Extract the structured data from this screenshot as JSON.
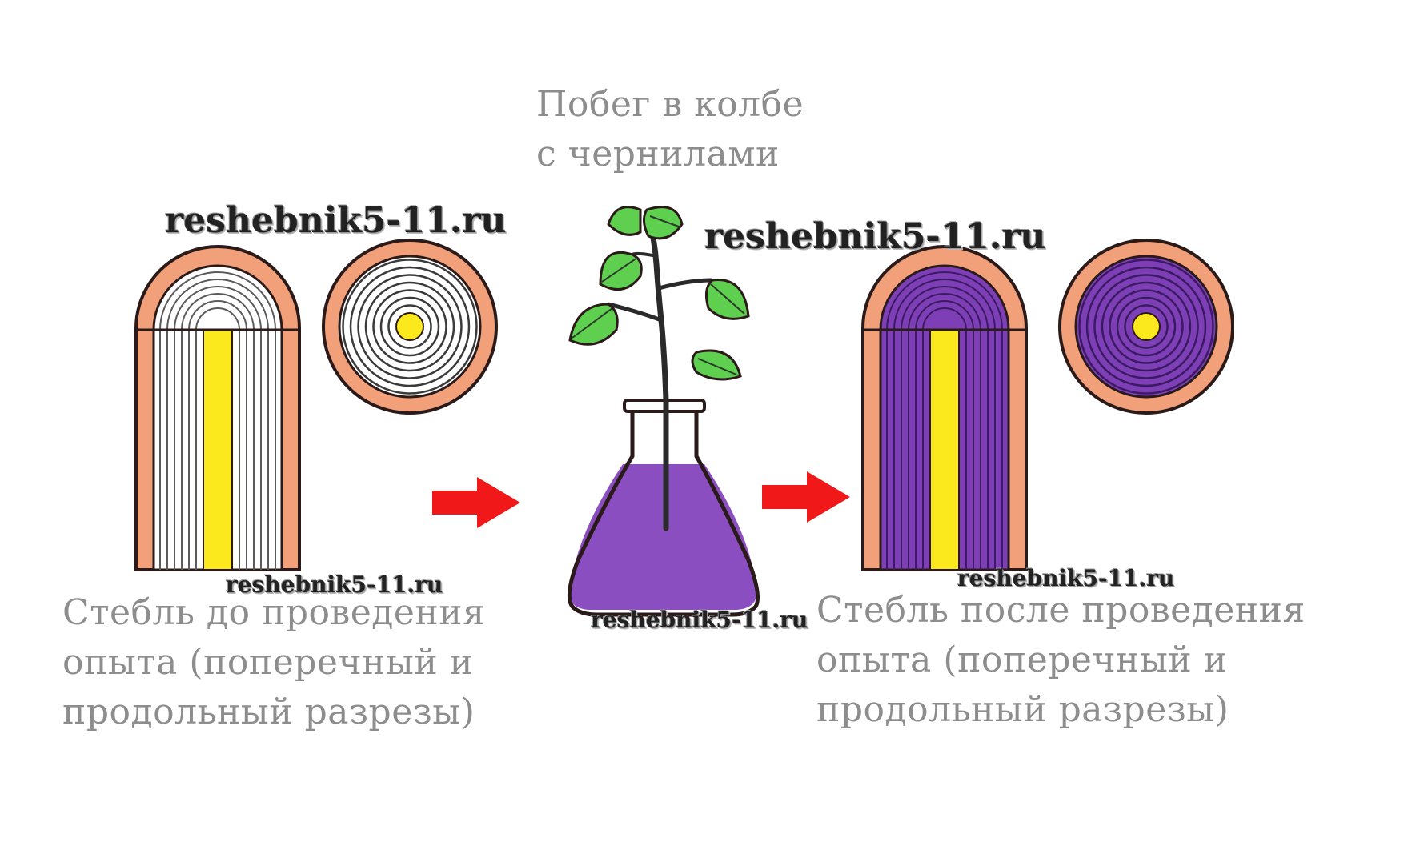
{
  "captions": {
    "flask": "Побег в колбе\nс чернилами",
    "before": "Стебль до проведения\nопыта (поперечный и\nпродольный разрезы)",
    "after": "Стебль после проведения\nопыта (поперечный и\nпродольный разрезы)"
  },
  "watermark": "reshebnik5-11.ru",
  "colors": {
    "bark": "#f2a07a",
    "outline": "#2a1a1a",
    "pith": "#fbe91e",
    "ink": "#7e3fb6",
    "ink_dark": "#3a1b63",
    "vessel_line": "#5a5a5a",
    "leaf": "#5fcf4f",
    "arrow": "#f01818",
    "caption": "#8d8d8d"
  },
  "icons": [
    "stem-longitudinal-section",
    "stem-cross-section",
    "plant-in-flask",
    "red-arrow"
  ]
}
